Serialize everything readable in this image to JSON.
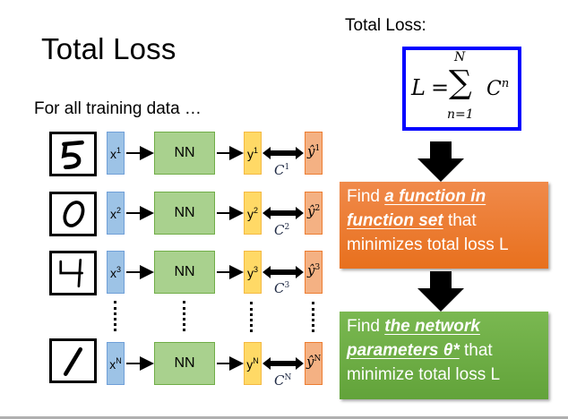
{
  "slide": {
    "title": "Total Loss",
    "subtitle": "For all training data …"
  },
  "pipeline": {
    "model_label": "NN",
    "rows": [
      {
        "digit": "5",
        "input": "x",
        "input_sup": "1",
        "output": "y",
        "output_sup": "1",
        "target": "ŷ",
        "target_sup": "1",
        "cost": "C",
        "cost_sup": "1"
      },
      {
        "digit": "0",
        "input": "x",
        "input_sup": "2",
        "output": "y",
        "output_sup": "2",
        "target": "ŷ",
        "target_sup": "2",
        "cost": "C",
        "cost_sup": "2"
      },
      {
        "digit": "4",
        "input": "x",
        "input_sup": "3",
        "output": "y",
        "output_sup": "3",
        "target": "ŷ",
        "target_sup": "3",
        "cost": "C",
        "cost_sup": "3"
      },
      {
        "digit": "1",
        "input": "x",
        "input_sup": "N",
        "output": "y",
        "output_sup": "N",
        "target": "ŷ",
        "target_sup": "N",
        "cost": "C",
        "cost_sup": "N"
      }
    ],
    "ellipsis": "⋮"
  },
  "loss": {
    "label": "Total Loss:",
    "lhs": "L",
    "equals": "=",
    "sum_symbol": "∑",
    "upper": "N",
    "lower": "n=1",
    "term": "C",
    "term_sup": "n"
  },
  "steps": [
    {
      "prefix": "Find ",
      "emphasis_1": "a function in",
      "emphasis_2": "function set",
      "suffix": " that",
      "line3": "minimizes total loss L",
      "color": "#ed7d31"
    },
    {
      "prefix": "Find ",
      "emphasis_1": "the network",
      "emphasis_2": "parameters θ*",
      "suffix": " that",
      "line3": "minimize total loss L",
      "color": "#70ad47"
    }
  ],
  "colors": {
    "input": "#9dc3e6",
    "model": "#a9d18e",
    "output": "#ffd966",
    "target": "#f4b183",
    "loss_border": "#0000ff"
  }
}
